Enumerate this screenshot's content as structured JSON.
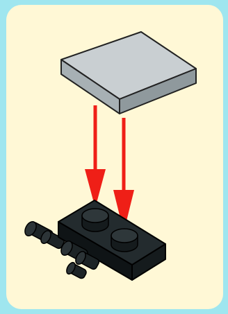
{
  "instruction_step": {
    "parts": [
      {
        "name": "flat-tile-2x2",
        "color": "#c9cfd2"
      },
      {
        "name": "plate-1x2-with-wheel-holders",
        "color": "#1d2426"
      }
    ],
    "action": "attach",
    "arrow_color": "#ef1f17",
    "arrow_count": 2
  },
  "colors": {
    "outer_background": "#9fe6ef",
    "panel_background": "#fff8d6"
  }
}
